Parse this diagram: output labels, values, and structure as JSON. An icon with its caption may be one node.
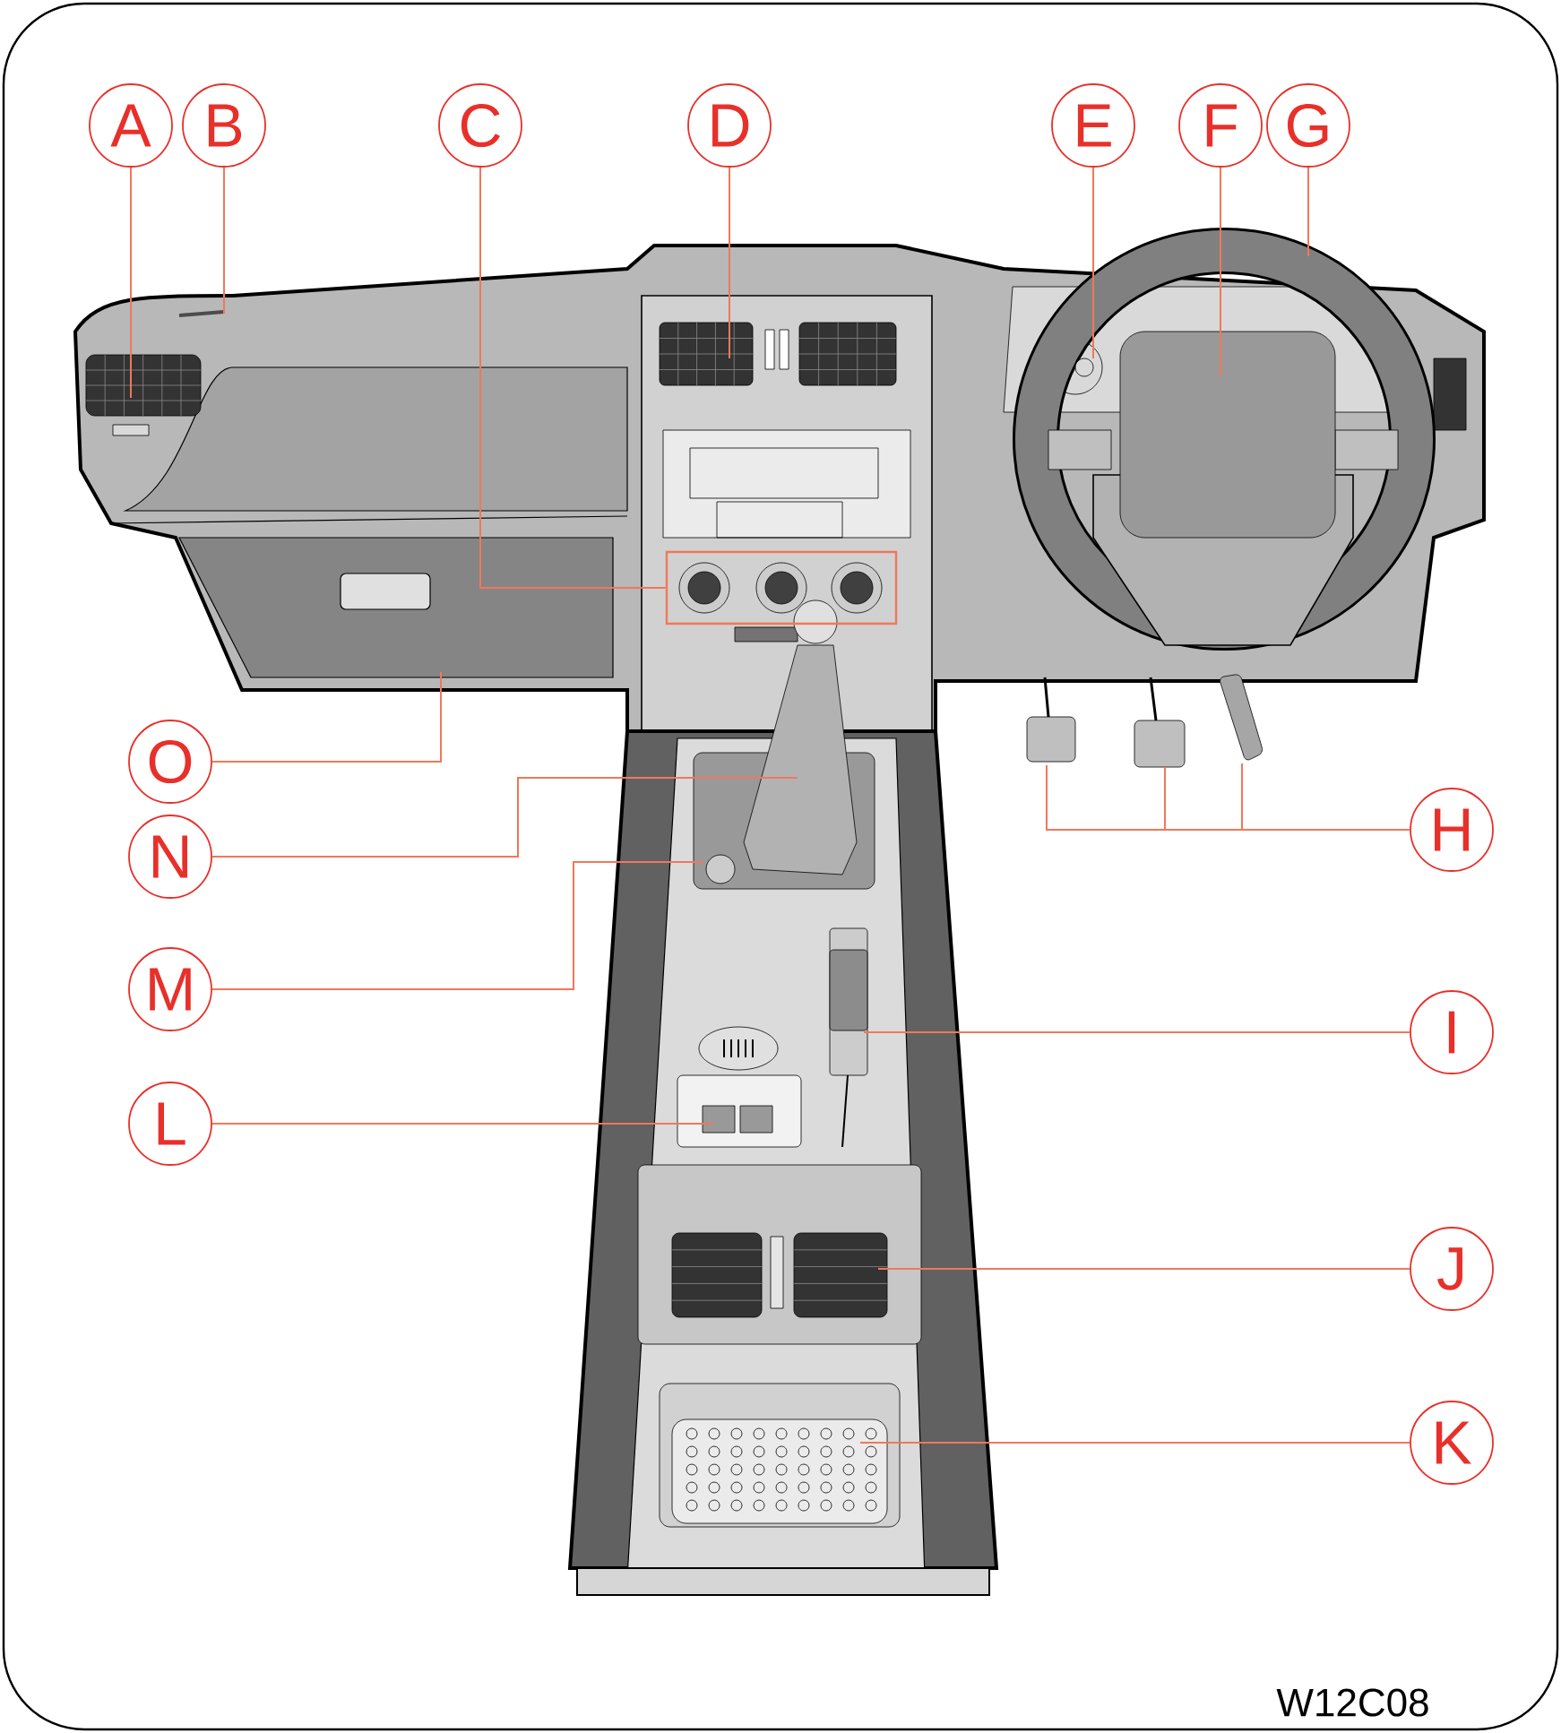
{
  "diagram": {
    "nodes": [
      {
        "text": [
          "A"
        ]
      },
      {
        "text": [
          "B"
        ]
      },
      {
        "text": [
          "C"
        ]
      },
      {
        "text": [
          "D"
        ]
      },
      {
        "text": [
          "E"
        ]
      },
      {
        "text": [
          "F"
        ]
      },
      {
        "text": [
          "G"
        ]
      },
      {
        "text": [],
        "shape": "box"
      },
      {
        "text": [
          "O"
        ]
      },
      {
        "text": [
          "H"
        ]
      },
      {
        "text": [
          "N"
        ]
      },
      {
        "text": [
          "M"
        ]
      },
      {
        "text": [
          "I"
        ]
      },
      {
        "text": [
          "L"
        ]
      },
      {
        "text": [
          "J"
        ]
      },
      {
        "text": [
          "K"
        ]
      }
    ],
    "edges": [
      {
        "from": 0,
        "to": null,
        "arrow": "none"
      },
      {
        "from": 1,
        "to": null,
        "arrow": "none"
      },
      {
        "from": 2,
        "to": 7,
        "arrow": "none"
      },
      {
        "from": 3,
        "to": null,
        "arrow": "none"
      },
      {
        "from": 4,
        "to": null,
        "arrow": "none"
      },
      {
        "from": 5,
        "to": null,
        "arrow": "none"
      },
      {
        "from": 6,
        "to": null,
        "arrow": "none"
      },
      {
        "from": 8,
        "to": null,
        "arrow": "none"
      },
      {
        "from": 9,
        "to": null,
        "arrow": "none"
      },
      {
        "from": 9,
        "to": null,
        "arrow": "none"
      },
      {
        "from": 9,
        "to": null,
        "arrow": "none"
      },
      {
        "from": 10,
        "to": null,
        "arrow": "none"
      },
      {
        "from": 11,
        "to": null,
        "arrow": "none"
      },
      {
        "from": 12,
        "to": null,
        "arrow": "none"
      },
      {
        "from": 13,
        "to": null,
        "arrow": "none"
      },
      {
        "from": 14,
        "to": null,
        "arrow": "none"
      },
      {
        "from": 15,
        "to": null,
        "arrow": "none"
      }
    ],
    "labels": [
      "W12C08"
    ]
  }
}
